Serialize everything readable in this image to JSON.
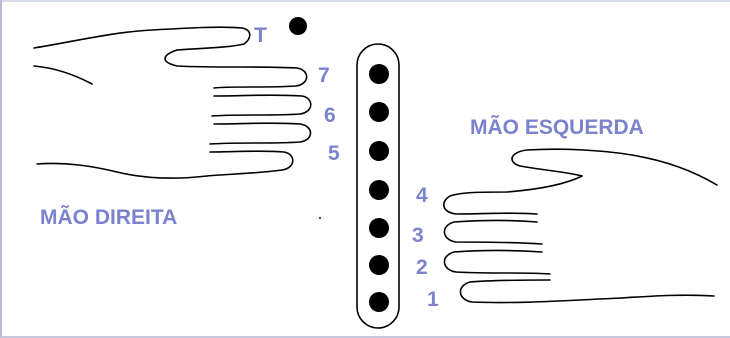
{
  "labels": {
    "right_hand": "MÃO DIREITA",
    "left_hand": "MÃO ESQUERDA",
    "thumb": "T",
    "hole_7": "7",
    "hole_6": "6",
    "hole_5": "5",
    "hole_4": "4",
    "hole_3": "3",
    "hole_2": "2",
    "hole_1": "1"
  },
  "colors": {
    "label": "#7b83cf",
    "outline": "#000000",
    "frame": "#b8bdd6"
  }
}
